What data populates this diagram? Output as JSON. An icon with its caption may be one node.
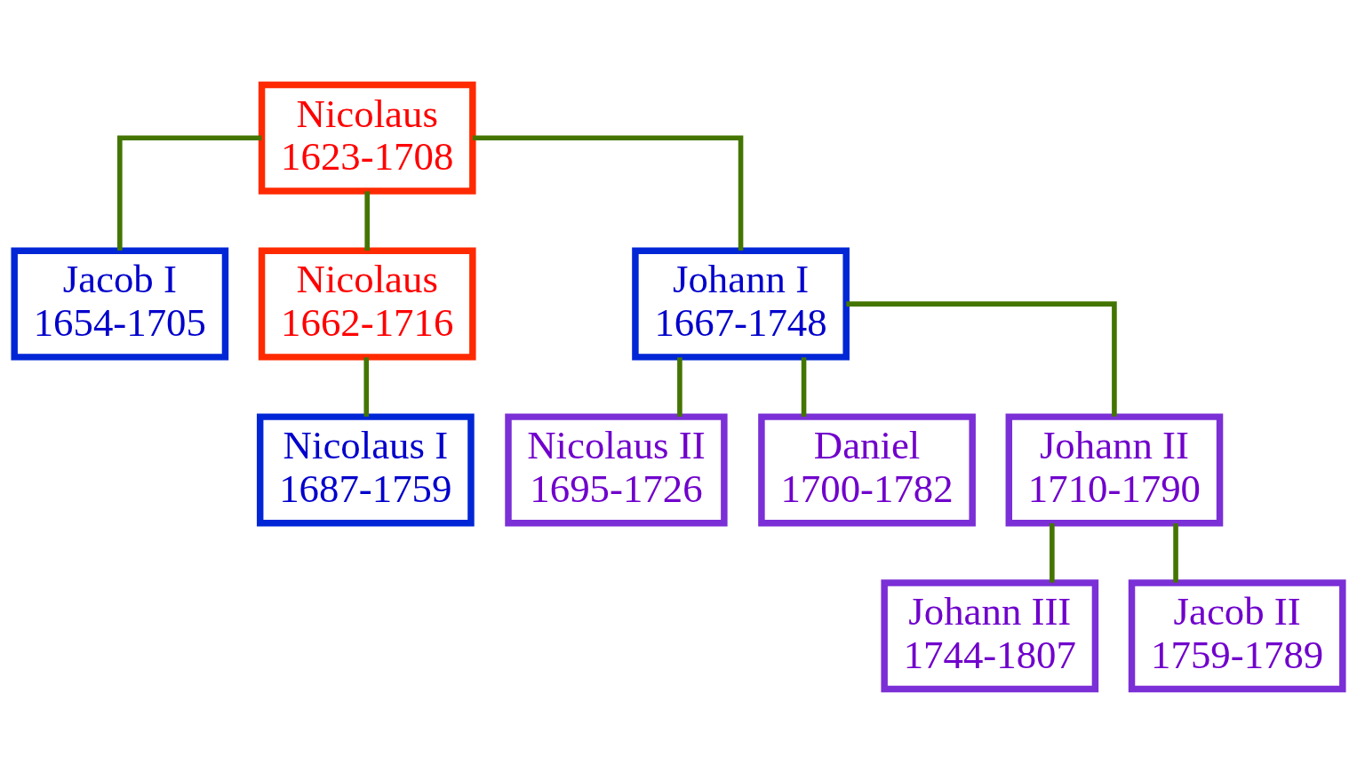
{
  "diagram": {
    "nodes": [
      {
        "text": [
          "Nicolaus",
          "1623-1708"
        ]
      },
      {
        "text": [
          "Jacob I",
          "1654-1705"
        ]
      },
      {
        "text": [
          "Nicolaus",
          "1662-1716"
        ]
      },
      {
        "text": [
          "Johann I",
          "1667-1748"
        ]
      },
      {
        "text": [
          "Nicolaus I",
          "1687-1759"
        ]
      },
      {
        "text": [
          "Nicolaus II",
          "1695-1726"
        ]
      },
      {
        "text": [
          "Daniel",
          "1700-1782"
        ]
      },
      {
        "text": [
          "Johann II",
          "1710-1790"
        ]
      },
      {
        "text": [
          "Johann III",
          "1744-1807"
        ]
      },
      {
        "text": [
          "Jacob II",
          "1759-1789"
        ]
      }
    ],
    "edges": [
      {
        "from": 0,
        "to": 1,
        "arrow": "none"
      },
      {
        "from": 0,
        "to": 2,
        "arrow": "none"
      },
      {
        "from": 0,
        "to": 3,
        "arrow": "none"
      },
      {
        "from": 2,
        "to": 4,
        "arrow": "none"
      },
      {
        "from": 3,
        "to": 5,
        "arrow": "none"
      },
      {
        "from": 3,
        "to": 6,
        "arrow": "none"
      },
      {
        "from": 3,
        "to": 7,
        "arrow": "none"
      },
      {
        "from": 7,
        "to": 8,
        "arrow": "none"
      },
      {
        "from": 7,
        "to": 9,
        "arrow": "none"
      }
    ]
  }
}
